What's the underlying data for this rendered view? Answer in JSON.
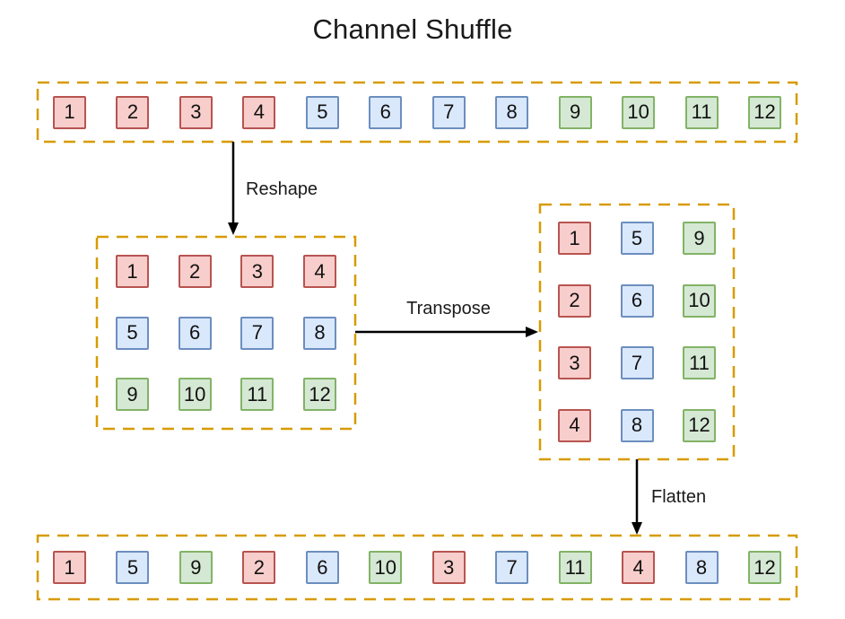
{
  "title": "Channel Shuffle",
  "labels": {
    "reshape": "Reshape",
    "transpose": "Transpose",
    "flatten": "Flatten"
  },
  "colors": {
    "red_fill": "#f8cecc",
    "red_border": "#b85450",
    "blue_fill": "#dae8fc",
    "blue_border": "#6c8ebf",
    "green_fill": "#d5e8d4",
    "green_border": "#82b366",
    "container_dash": "#d79b00",
    "arrow": "#000000"
  },
  "input_row": [
    {
      "value": "1",
      "color": "red"
    },
    {
      "value": "2",
      "color": "red"
    },
    {
      "value": "3",
      "color": "red"
    },
    {
      "value": "4",
      "color": "red"
    },
    {
      "value": "5",
      "color": "blue"
    },
    {
      "value": "6",
      "color": "blue"
    },
    {
      "value": "7",
      "color": "blue"
    },
    {
      "value": "8",
      "color": "blue"
    },
    {
      "value": "9",
      "color": "green"
    },
    {
      "value": "10",
      "color": "green"
    },
    {
      "value": "11",
      "color": "green"
    },
    {
      "value": "12",
      "color": "green"
    }
  ],
  "reshape_grid": {
    "rows": [
      [
        {
          "value": "1",
          "color": "red"
        },
        {
          "value": "2",
          "color": "red"
        },
        {
          "value": "3",
          "color": "red"
        },
        {
          "value": "4",
          "color": "red"
        }
      ],
      [
        {
          "value": "5",
          "color": "blue"
        },
        {
          "value": "6",
          "color": "blue"
        },
        {
          "value": "7",
          "color": "blue"
        },
        {
          "value": "8",
          "color": "blue"
        }
      ],
      [
        {
          "value": "9",
          "color": "green"
        },
        {
          "value": "10",
          "color": "green"
        },
        {
          "value": "11",
          "color": "green"
        },
        {
          "value": "12",
          "color": "green"
        }
      ]
    ]
  },
  "transpose_grid": {
    "rows": [
      [
        {
          "value": "1",
          "color": "red"
        },
        {
          "value": "5",
          "color": "blue"
        },
        {
          "value": "9",
          "color": "green"
        }
      ],
      [
        {
          "value": "2",
          "color": "red"
        },
        {
          "value": "6",
          "color": "blue"
        },
        {
          "value": "10",
          "color": "green"
        }
      ],
      [
        {
          "value": "3",
          "color": "red"
        },
        {
          "value": "7",
          "color": "blue"
        },
        {
          "value": "11",
          "color": "green"
        }
      ],
      [
        {
          "value": "4",
          "color": "red"
        },
        {
          "value": "8",
          "color": "blue"
        },
        {
          "value": "12",
          "color": "green"
        }
      ]
    ]
  },
  "output_row": [
    {
      "value": "1",
      "color": "red"
    },
    {
      "value": "5",
      "color": "blue"
    },
    {
      "value": "9",
      "color": "green"
    },
    {
      "value": "2",
      "color": "red"
    },
    {
      "value": "6",
      "color": "blue"
    },
    {
      "value": "10",
      "color": "green"
    },
    {
      "value": "3",
      "color": "red"
    },
    {
      "value": "7",
      "color": "blue"
    },
    {
      "value": "11",
      "color": "green"
    },
    {
      "value": "4",
      "color": "red"
    },
    {
      "value": "8",
      "color": "blue"
    },
    {
      "value": "12",
      "color": "green"
    }
  ]
}
